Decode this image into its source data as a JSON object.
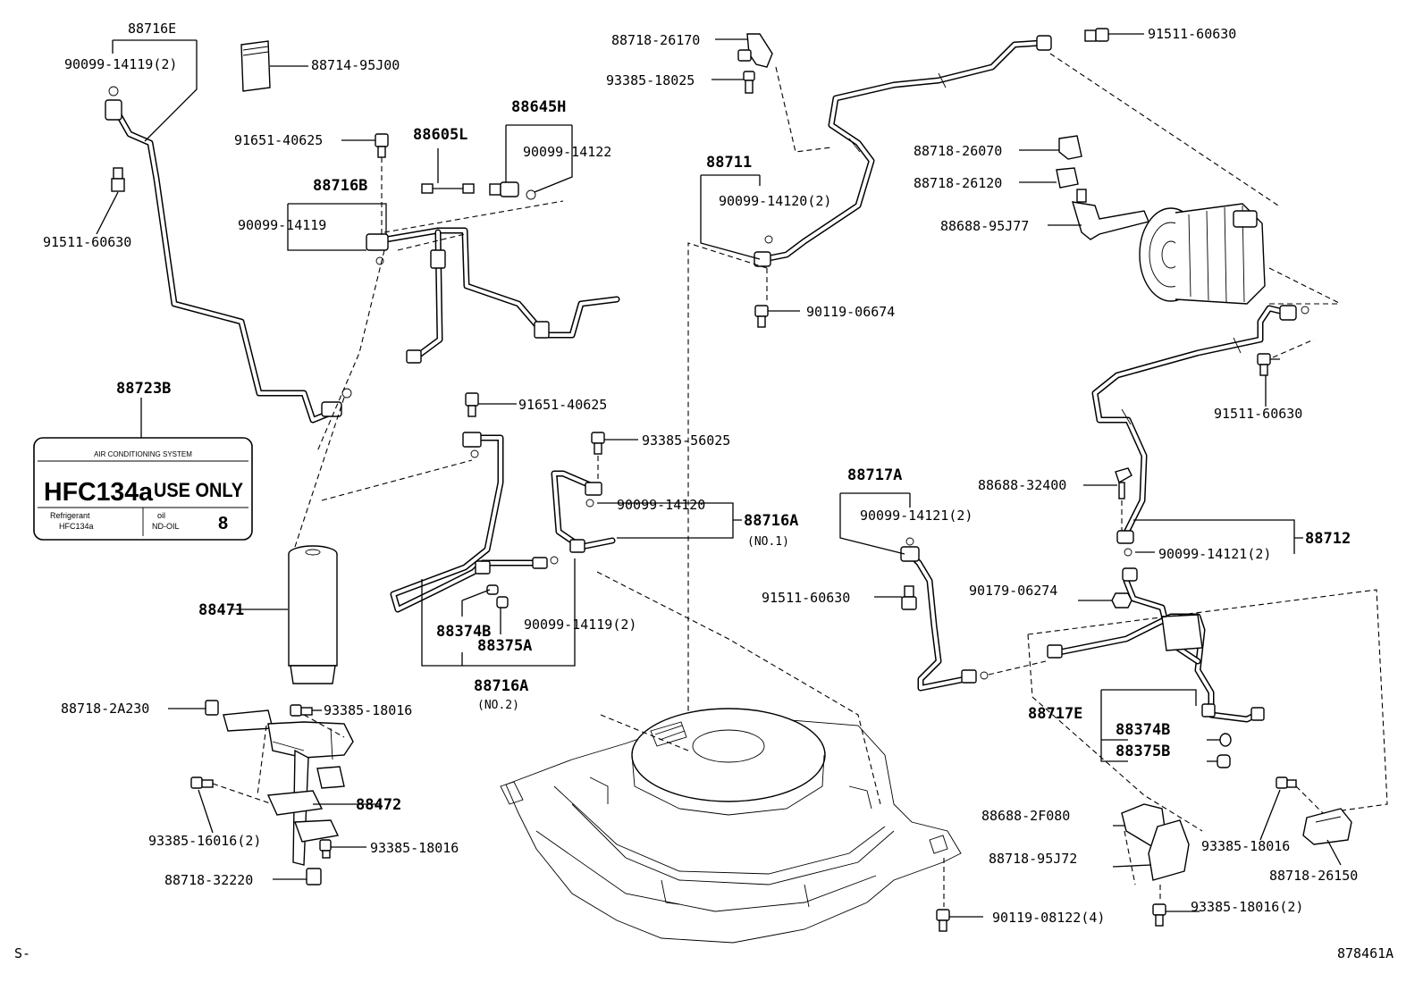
{
  "labels": {
    "l88716E": "88716E",
    "l90099_14119_2a": "90099-14119(2)",
    "l88714_95J00": "88714-95J00",
    "l91511_60630_a": "91511-60630",
    "l91651_40625_a": "91651-40625",
    "l88716B": "88716B",
    "l90099_14119": "90099-14119",
    "l88605L": "88605L",
    "l88645H": "88645H",
    "l90099_14122": "90099-14122",
    "l88723B": "88723B",
    "l88471": "88471",
    "l91651_40625_b": "91651-40625",
    "l93385_56025": "93385-56025",
    "l90099_14120": "90099-14120",
    "l88716A_1": "88716A",
    "lNO1": "(NO.1)",
    "l90099_14119_2b": "90099-14119(2)",
    "l88374B_a": "88374B",
    "l88375A": "88375A",
    "l88716A_2": "88716A",
    "lNO2": "(NO.2)",
    "l88718_2A230": "88718-2A230",
    "l93385_18016_a": "93385-18016",
    "l88472": "88472",
    "l93385_16016_2": "93385-16016(2)",
    "l93385_18016_b": "93385-18016",
    "l88718_32220": "88718-32220",
    "l88718_26170": "88718-26170",
    "l93385_18025": "93385-18025",
    "l88711": "88711",
    "l90099_14120_2": "90099-14120(2)",
    "l90119_06674": "90119-06674",
    "l91511_60630_b": "91511-60630",
    "l88718_26070": "88718-26070",
    "l88718_26120": "88718-26120",
    "l88688_95J77": "88688-95J77",
    "l91511_60630_c": "91511-60630",
    "l88688_32400": "88688-32400",
    "l88712": "88712",
    "l90099_14121_2a": "90099-14121(2)",
    "l88717A": "88717A",
    "l90099_14121_2b": "90099-14121(2)",
    "l91511_60630_d": "91511-60630",
    "l90179_06274": "90179-06274",
    "l88717E": "88717E",
    "l88374B_b": "88374B",
    "l88375B": "88375B",
    "l88688_2F080": "88688-2F080",
    "l88718_95J72": "88718-95J72",
    "l93385_18016_c": "93385-18016",
    "l88718_26150": "88718-26150",
    "l90119_08122_4": "90119-08122(4)",
    "l93385_18016_2": "93385-18016(2)",
    "footer_left": "S-",
    "footer_right": "878461A"
  },
  "refrigerant_label": {
    "header": "AIR CONDITIONING SYSTEM",
    "main_left": "HFC134a",
    "main_right": "USE ONLY",
    "refrigerant_caption": "Refrigerant",
    "refrigerant_value": "HFC134a",
    "oil_caption": "oil",
    "oil_value": "ND-OIL",
    "oil_number": "8"
  }
}
